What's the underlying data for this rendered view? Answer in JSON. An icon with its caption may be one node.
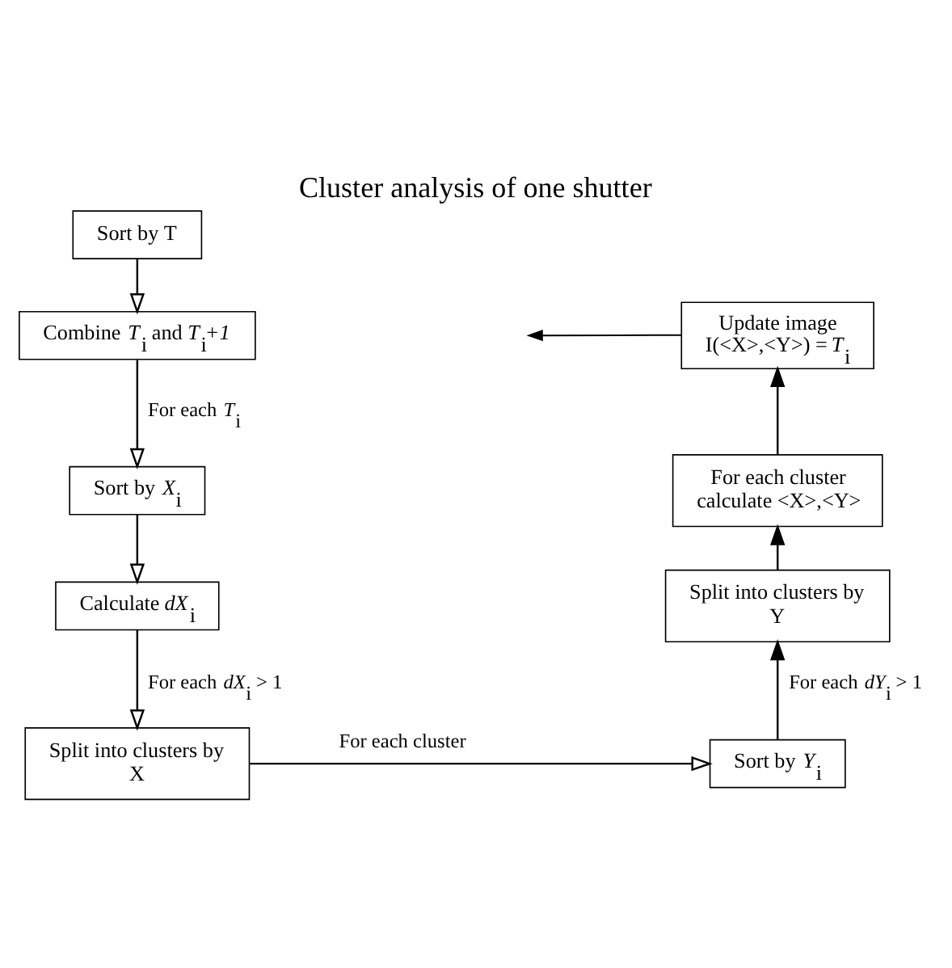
{
  "diagram": {
    "title": "Cluster analysis of one shutter",
    "nodes": [
      {
        "text": [
          "Sort by T"
        ]
      },
      {
        "text": [
          "Combine *T*$_{i}$ and *T*$_{i}$+*1*"
        ]
      },
      {
        "text": [
          "Sort by *X*$_{i}$"
        ]
      },
      {
        "text": [
          "Calculate *dX*$_{i}$"
        ]
      },
      {
        "text": [
          "Split into clusters by X"
        ]
      },
      {
        "text": [
          "Sort by *Y*$_{i}$"
        ]
      },
      {
        "text": [
          "Split into clusters by Y"
        ]
      },
      {
        "text": [
          "For each cluster calculate <X>,<Y>"
        ]
      },
      {
        "text": [
          "Update image I(<X>,<Y>) = *T*$_{i}$"
        ]
      }
    ],
    "edges": [
      {
        "from": 0,
        "to": 1,
        "arrow": "to"
      },
      {
        "from": 1,
        "to": 2,
        "arrow": "to",
        "label": "For each *T*$_{i}$"
      },
      {
        "from": 2,
        "to": 3,
        "arrow": "to"
      },
      {
        "from": 3,
        "to": 4,
        "arrow": "to",
        "label": "For each *dX*$_{i}$ > 1"
      },
      {
        "from": 4,
        "to": 5,
        "arrow": "to",
        "label": "For each cluster"
      },
      {
        "from": 5,
        "to": 6,
        "arrow": "to",
        "label": "For each *dY*$_{i}$ > 1"
      },
      {
        "from": 6,
        "to": 7,
        "arrow": "to"
      },
      {
        "from": 7,
        "to": 8,
        "arrow": "to"
      },
      {
        "from": 8,
        "to": null,
        "arrow": "to"
      }
    ]
  }
}
